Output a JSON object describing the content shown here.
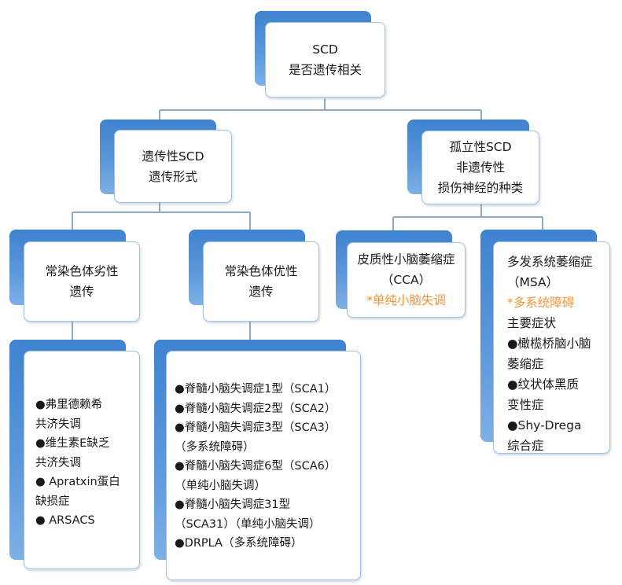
{
  "colors": {
    "shadow": "#4a8bd3",
    "border": "#9cc2ea",
    "connector": "#8eaac6",
    "accent": "#f0943a",
    "text": "#1a1a1a"
  },
  "root": {
    "lines": [
      "SCD",
      "是否遗传相关"
    ]
  },
  "hereditary": {
    "lines": [
      "遗传性SCD",
      "遗传形式"
    ]
  },
  "isolated": {
    "lines": [
      "孤立性SCD",
      "非遗传性",
      "损伤神经的种类"
    ]
  },
  "recessive": {
    "lines": [
      "常染色体劣性",
      "遗传"
    ]
  },
  "dominant": {
    "lines": [
      "常染色体优性",
      "遗传"
    ]
  },
  "cca": {
    "lines": [
      "皮质性小脑萎缩症",
      "（CCA）"
    ],
    "note": "*单纯小脑失调"
  },
  "msa": {
    "lines_top": [
      "多发系统萎缩症",
      "（MSA）"
    ],
    "note": "*多系统障碍",
    "lines_bottom": [
      "主要症状",
      "●橄榄桥脑小脑",
      "萎缩症",
      "●纹状体黑质",
      "变性症",
      "●Shy-Drega",
      "综合症"
    ]
  },
  "recessive_list": {
    "lines": [
      "●弗里德赖希",
      "共济失调",
      "●维生素E缺乏",
      "共济失调",
      "● Apratxin蛋白",
      "缺损症",
      "● ARSACS"
    ]
  },
  "dominant_list": {
    "lines": [
      "●脊髓小脑失调症1型（SCA1）",
      "●脊髓小脑失调症2型（SCA2）",
      "●脊髓小脑失调症3型（SCA3）",
      "（多系统障碍）",
      "●脊髓小脑失调症6型（SCA6）",
      "（单纯小脑失调）",
      "●脊髓小脑失调症31型",
      "（SCA31）（单纯小脑失调）",
      "●DRPLA（多系统障碍）"
    ]
  }
}
